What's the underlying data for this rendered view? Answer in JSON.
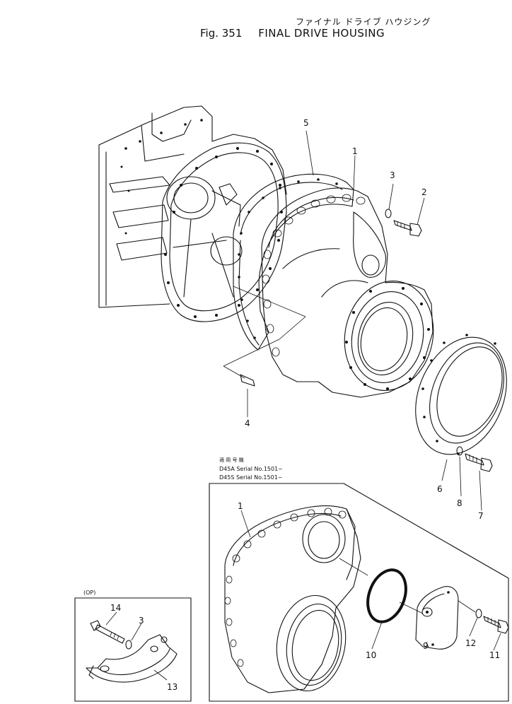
{
  "header": {
    "japanese_title": "ファイナル ドライブ ハウジング",
    "figure_number": "Fig. 351",
    "title": "FINAL DRIVE HOUSING"
  },
  "serial_notes": {
    "heading": "適 用 号 機",
    "line1": "D45A  Serial No.1501~",
    "line2": "D45S  Serial No.1501~"
  },
  "inset": {
    "label": "(OP)"
  },
  "callouts": {
    "main": [
      "5",
      "1",
      "3",
      "2",
      "4",
      "6",
      "8",
      "7"
    ],
    "detail": [
      "1",
      "10",
      "9",
      "12",
      "11"
    ],
    "inset": [
      "14",
      "3",
      "13"
    ]
  }
}
